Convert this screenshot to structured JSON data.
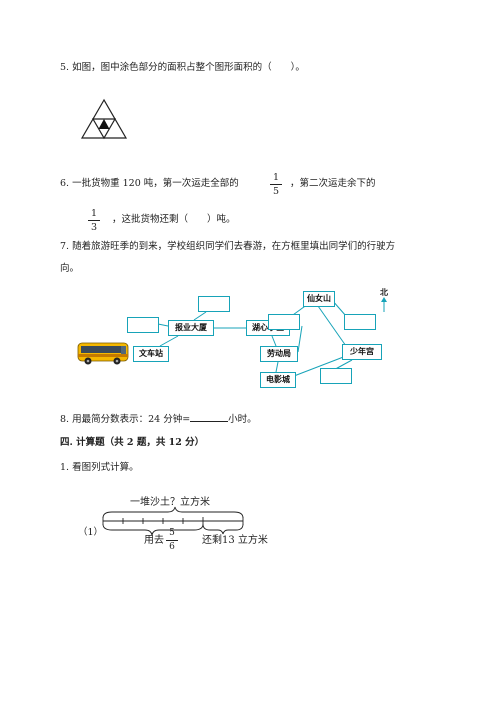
{
  "q5": {
    "text": "5. 如图，图中涂色部分的面积占整个图形面积的（　　）。"
  },
  "q6": {
    "line1_a": "6. 一批货物重 120 吨，第一次运走全部的",
    "frac1_num": "1",
    "frac1_den": "5",
    "line1_b": "，第二次运走余下的",
    "frac2_num": "1",
    "frac2_den": "3",
    "line2_b": "，这批货物还剩（　　）吨。"
  },
  "q7": {
    "line1": "7. 随着旅游旺季的到来，学校组织同学们去春游，在方框里填出同学们的行驶方",
    "line2": "向。",
    "labels": {
      "xiannushan": "仙女山",
      "north": "北",
      "baoye": "报业大厦",
      "hushan": "湖心小区",
      "wenche": "文车站",
      "laodong": "劳动局",
      "shaonian": "少年宫",
      "dianying": "电影城"
    }
  },
  "q8": {
    "text_a": "8. 用最简分数表示：24 分钟=",
    "text_b": "小时。"
  },
  "section4": {
    "title": "四. 计算题（共 2 题，共 12 分）"
  },
  "calc1": {
    "title": "1. 看图列式计算。",
    "item_no": "（1）",
    "top_label": "一堆沙土？立方米",
    "used_prefix": "用去",
    "used_num": "5",
    "used_den": "6",
    "remain_label": "还剩13 立方米"
  },
  "colors": {
    "map_line": "#17a3b8",
    "text": "#222222"
  }
}
